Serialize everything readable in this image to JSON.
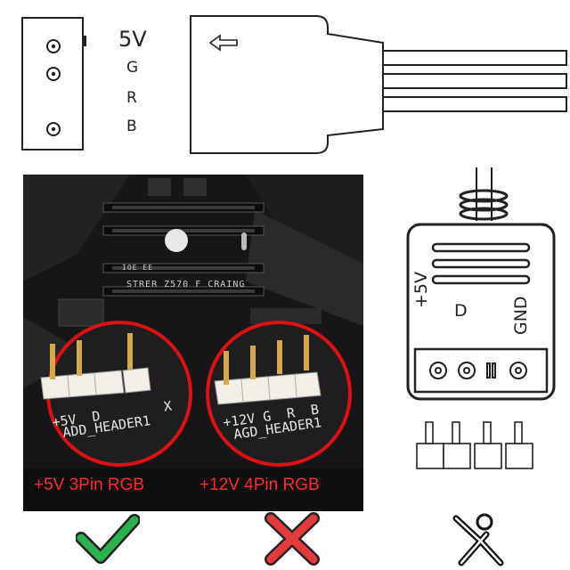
{
  "top_connector": {
    "labels": [
      "5V",
      "G",
      "R",
      "B"
    ]
  },
  "board_photo": {
    "board_text": "STRER Z570 F CRAING",
    "board_text_small": "IOE EE",
    "left_header": {
      "silkscreen": "ADD_HEADER1",
      "pins": "+5V  D        X",
      "caption": "+5V 3Pin RGB"
    },
    "right_header": {
      "silkscreen": "AGD_HEADER1",
      "pins": "+12V G  R  B",
      "caption": "+12V 4Pin RGB"
    }
  },
  "plug_diagram": {
    "labels": [
      "+5V",
      "D",
      "GND"
    ]
  },
  "verdicts": [
    {
      "icon": "check-icon",
      "color": "#2bb24c"
    },
    {
      "icon": "cross-icon",
      "color": "#e53a3a"
    },
    {
      "icon": "person-icon",
      "color": "#111111"
    }
  ]
}
